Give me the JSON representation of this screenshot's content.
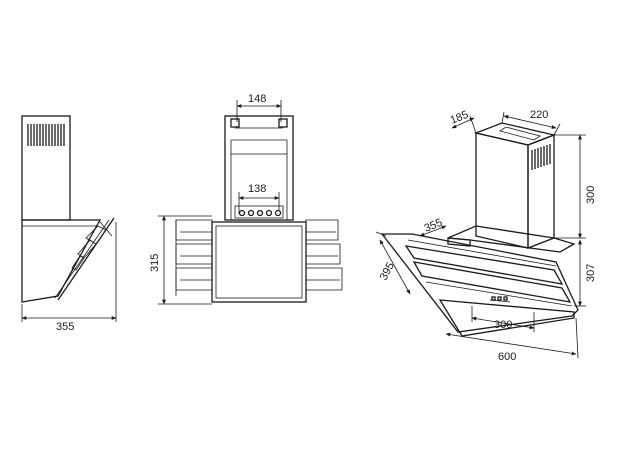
{
  "dimensions": {
    "side_width": "355",
    "front_top_width": "148",
    "front_inner_width": "138",
    "front_height": "315",
    "iso_chimney_depth": "185",
    "iso_chimney_width": "220",
    "iso_chimney_height": "300",
    "iso_hood_depth": "355",
    "iso_glass_height": "395",
    "iso_body_height": "307",
    "iso_panel_width": "300",
    "iso_total_width": "600"
  }
}
